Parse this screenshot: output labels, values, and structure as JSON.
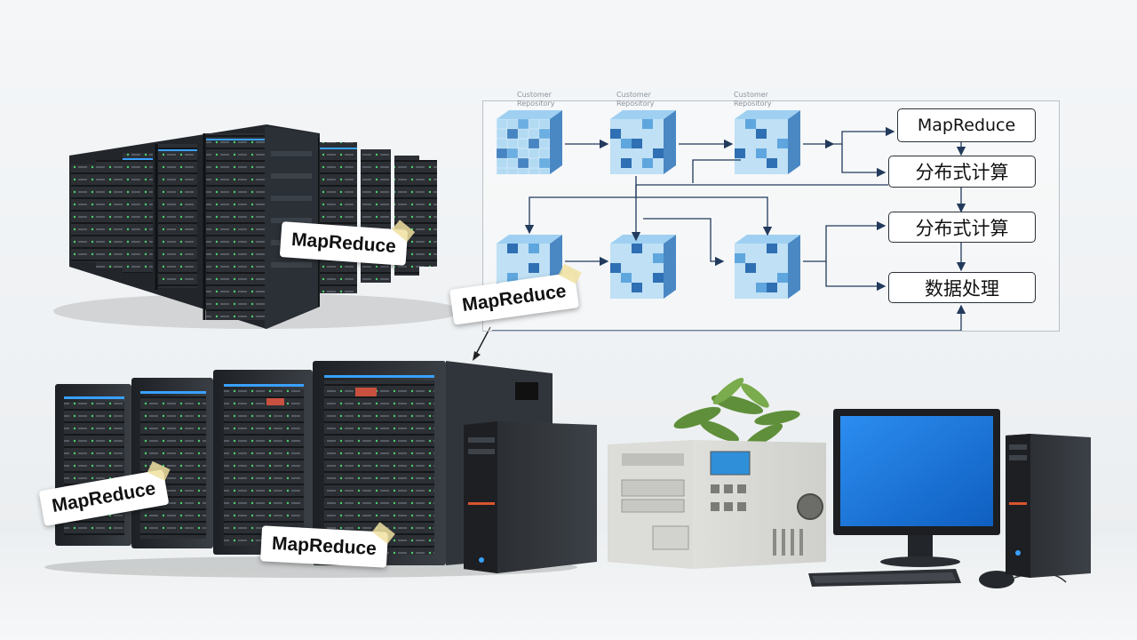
{
  "stickers": {
    "top_rack": "MapReduce",
    "diagram": "MapReduce",
    "bottom_left": "MapReduce",
    "bottom_center": "MapReduce"
  },
  "diagram": {
    "column_labels": [
      {
        "line1": "Customer",
        "line2": "Repository"
      },
      {
        "line1": "Customer",
        "line2": "Repository"
      },
      {
        "line1": "Customer",
        "line2": "Repository"
      }
    ],
    "boxes": {
      "mapreduce": "MapReduce",
      "distributed_1": "分布式计算",
      "distributed_2": "分布式计算",
      "data_processing": "数据处理"
    }
  },
  "colors": {
    "cube_dark": "#2f6fb3",
    "cube_light": "#bfe0f5",
    "rack_body": "#2a2e33",
    "led_blue": "#3aa0ff",
    "monitor_screen": "#1e7fe0"
  }
}
